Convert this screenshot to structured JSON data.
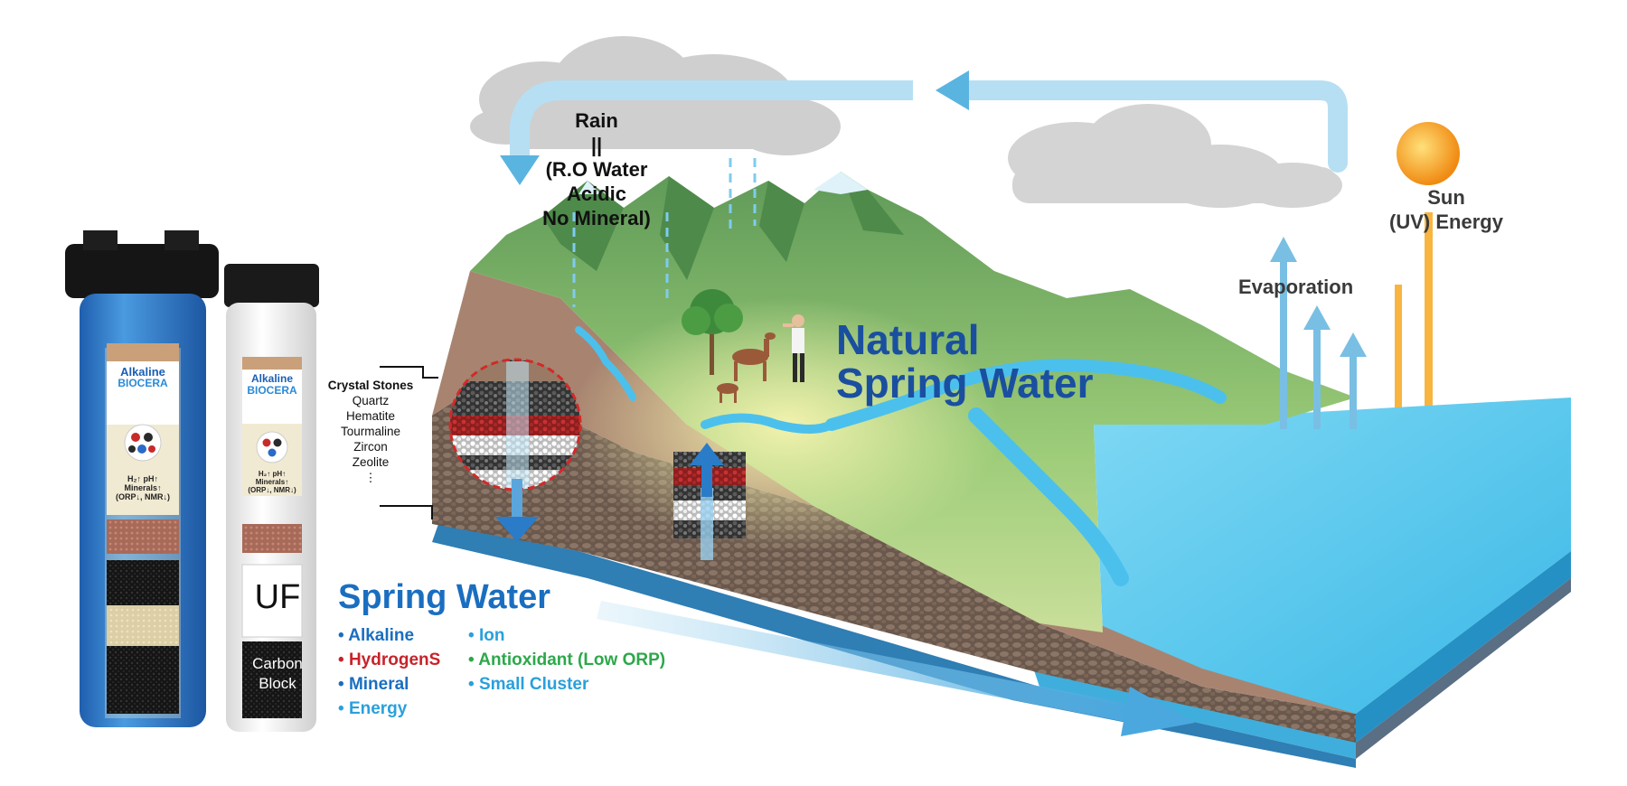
{
  "rain": {
    "title": "Rain",
    "equals": "||",
    "line1": "(R.O Water",
    "line2": "Acidic",
    "line3": "No Mineral)"
  },
  "sun": {
    "line1": "Sun",
    "line2": "(UV) Energy"
  },
  "evaporation": "Evaporation",
  "natural": {
    "line1": "Natural",
    "line2": "Spring Water"
  },
  "crystal": {
    "title": "Crystal Stones",
    "items": [
      "Quartz",
      "Hematite",
      "Tourmaline",
      "Zircon",
      "Zeolite"
    ],
    "more": "⋮"
  },
  "spring": {
    "title": "Spring Water",
    "left": [
      "Alkaline",
      "HydrogenS",
      "Mineral",
      "Energy"
    ],
    "right": [
      "Ion",
      "Antioxidant (Low ORP)",
      "Small Cluster"
    ]
  },
  "benefit_colors": {
    "alkaline": "#1a6ec0",
    "hydrogen": "#c8222a",
    "mineral": "#1a6ec0",
    "energy": "#2aa0dc",
    "ion": "#2aa0dc",
    "antioxidant": "#2ca84a",
    "small_cluster": "#2aa0dc"
  },
  "filter_blue": {
    "brand1": "Alkaline",
    "brand2": "BIOCERA",
    "label1": "H₂↑ pH↑",
    "label2": "Minerals↑",
    "label3": "(ORP↓, NMR↓)"
  },
  "filter_white": {
    "brand1": "Alkaline",
    "brand2": "BIOCERA",
    "label1": "H₂↑ pH↑",
    "label2": "Minerals↑",
    "label3": "(ORP↓, NMR↓)",
    "uf": "UF",
    "carbon1": "Carbon",
    "carbon2": "Block"
  },
  "colors": {
    "ocean_top": "#4cc3ea",
    "ocean_side": "#2596c8",
    "mountain": "#7fb86a",
    "soil": "#9c7a64",
    "arrow_blue": "#5ab4e0",
    "sun": "#f7a21b"
  }
}
